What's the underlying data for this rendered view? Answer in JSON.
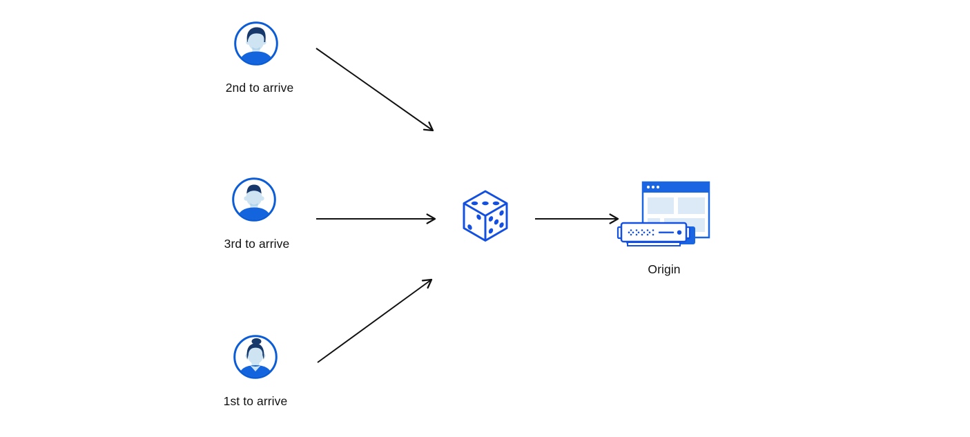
{
  "diagram": {
    "visitors": [
      {
        "label": "2nd to arrive",
        "icon": "user-avatar-male-icon"
      },
      {
        "label": "3rd to arrive",
        "icon": "user-avatar-male-2-icon"
      },
      {
        "label": "1st to arrive",
        "icon": "user-avatar-female-icon"
      }
    ],
    "center_node": {
      "icon": "dice-icon"
    },
    "origin_node": {
      "label": "Origin",
      "icon": "origin-server-icon"
    },
    "edges": [
      {
        "from": "2nd to arrive",
        "to": "dice"
      },
      {
        "from": "3rd to arrive",
        "to": "dice"
      },
      {
        "from": "1st to arrive",
        "to": "dice"
      },
      {
        "from": "dice",
        "to": "Origin"
      }
    ]
  },
  "colors": {
    "avatar_ring": "#0b5cd5",
    "hair_navy": "#17386b",
    "skin_light": "#cee4f2",
    "skin_shadow": "#aed2e9",
    "shirt_blue": "#1465dd",
    "dice_blue": "#1450e0",
    "browser_bar": "#1a66e2",
    "panel_light": "#dceaf8",
    "arrow_black": "#111111",
    "text": "#111111"
  }
}
